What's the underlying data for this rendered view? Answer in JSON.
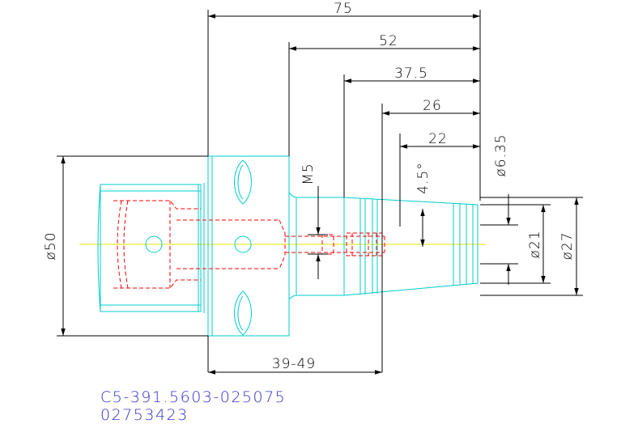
{
  "colors": {
    "outline": "#00cccc",
    "hidden": "#ff0000",
    "centerline": "#e6e600",
    "dimension": "#000000",
    "part_code": "#3333cc"
  },
  "dimensions": {
    "overall_length": "75",
    "length_52": "52",
    "length_37_5": "37.5",
    "length_26": "26",
    "length_22": "22",
    "thread": "M5",
    "angle": "4.5°",
    "dia_6_35": "ø6.35",
    "dia_50": "ø50",
    "dia_21": "ø21",
    "dia_27": "ø27",
    "range_39_49": "39-49"
  },
  "part_code": {
    "line1": "C5-391.5603-025075",
    "line2": "02753423"
  }
}
